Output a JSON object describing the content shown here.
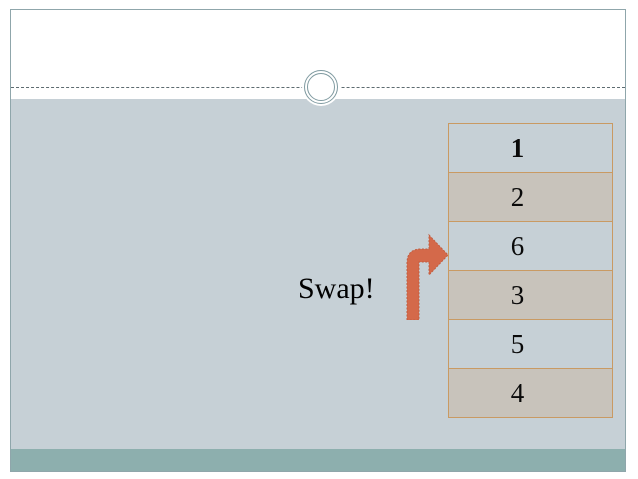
{
  "slide": {
    "background_color": "#ffffff",
    "body_color": "#c6d0d6",
    "accent_bar_color": "#8dafae",
    "border_color": "#8fa6ab",
    "divider_style": "dashed"
  },
  "decoration": {
    "circle_name": "double-ring-circle",
    "ring_color": "#7f9aa0"
  },
  "annotation": {
    "label": "Swap!",
    "arrow_color": "#d4694a",
    "arrow_direction": "up-then-right"
  },
  "array": {
    "name": "sort-array",
    "border_color": "#c99a63",
    "light_row_color": "#c6d0d6",
    "dark_row_color": "#c8c3bb",
    "rows": [
      {
        "value": "1",
        "bold": true,
        "shade": "light"
      },
      {
        "value": "2",
        "bold": false,
        "shade": "dark"
      },
      {
        "value": "6",
        "bold": false,
        "shade": "light"
      },
      {
        "value": "3",
        "bold": false,
        "shade": "dark"
      },
      {
        "value": "5",
        "bold": false,
        "shade": "light"
      },
      {
        "value": "4",
        "bold": false,
        "shade": "dark"
      }
    ]
  }
}
